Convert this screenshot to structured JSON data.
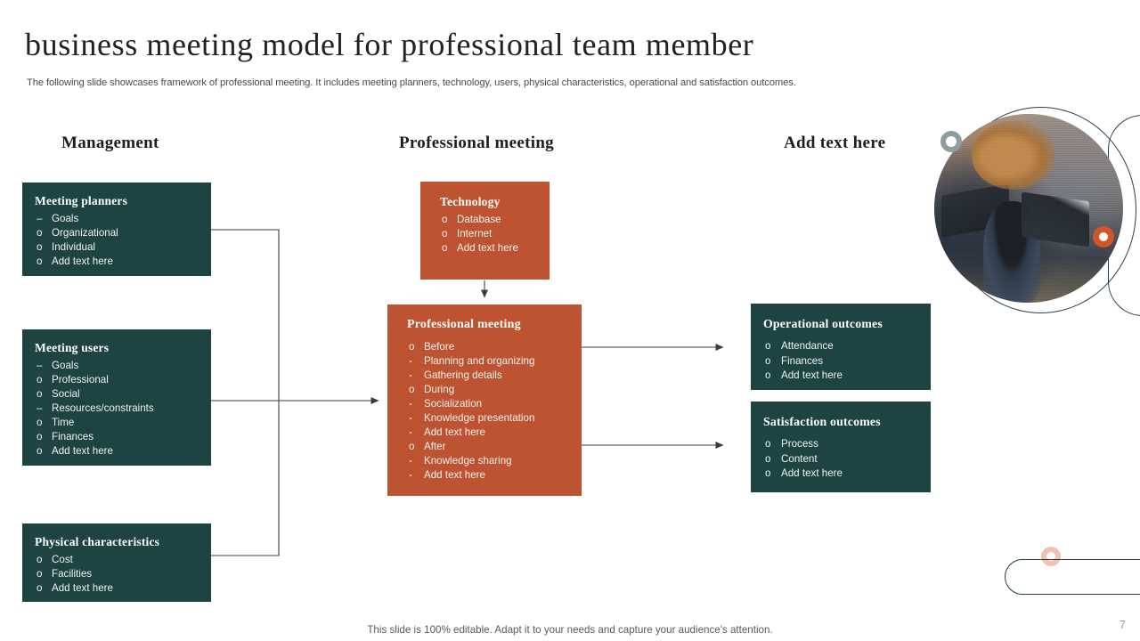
{
  "header": {
    "title": "business meeting model for professional team member",
    "subtitle": "The following slide showcases framework of professional meeting. It includes meeting planners, technology, users, physical characteristics, operational and satisfaction outcomes."
  },
  "columns": {
    "management": "Management",
    "professional_meeting": "Professional meeting",
    "add_text": "Add text here"
  },
  "colors": {
    "teal": "#1d4443",
    "orange": "#bd5330",
    "grey_ring": "#8e9ea0",
    "orange_ring": "#d4542a",
    "pink_ring": "#f0c2b2",
    "outline": "#2a3f4f",
    "connector": "#3c3c3c"
  },
  "cards": {
    "planners": {
      "title": "Meeting planners",
      "items": [
        {
          "marker": "–",
          "text": "Goals"
        },
        {
          "marker": "o",
          "text": "Organizational"
        },
        {
          "marker": "o",
          "text": "Individual"
        },
        {
          "marker": "o",
          "text": "Add text here"
        }
      ]
    },
    "users": {
      "title": "Meeting users",
      "items": [
        {
          "marker": "–",
          "text": "Goals"
        },
        {
          "marker": "o",
          "text": "Professional"
        },
        {
          "marker": "o",
          "text": "Social"
        },
        {
          "marker": "–",
          "text": "Resources/constraints"
        },
        {
          "marker": "o",
          "text": "Time"
        },
        {
          "marker": "o",
          "text": "Finances"
        },
        {
          "marker": "o",
          "text": "Add text here"
        }
      ]
    },
    "physical": {
      "title": "Physical characteristics",
      "items": [
        {
          "marker": "o",
          "text": "Cost"
        },
        {
          "marker": "o",
          "text": "Facilities"
        },
        {
          "marker": "o",
          "text": "Add text here"
        }
      ]
    },
    "technology": {
      "title": "Technology",
      "items": [
        {
          "marker": "o",
          "text": "Database"
        },
        {
          "marker": "o",
          "text": "Internet"
        },
        {
          "marker": "o",
          "text": "Add text here"
        }
      ]
    },
    "professional_meeting": {
      "title": "Professional meeting",
      "items": [
        {
          "marker": "o",
          "text": "Before"
        },
        {
          "marker": "-",
          "text": "Planning and organizing"
        },
        {
          "marker": "-",
          "text": "Gathering details"
        },
        {
          "marker": "o",
          "text": "During"
        },
        {
          "marker": "-",
          "text": "Socialization"
        },
        {
          "marker": "-",
          "text": "Knowledge presentation"
        },
        {
          "marker": "-",
          "text": "Add text here"
        },
        {
          "marker": "o",
          "text": "After"
        },
        {
          "marker": "-",
          "text": "Knowledge sharing"
        },
        {
          "marker": "-",
          "text": "Add text here"
        }
      ]
    },
    "operational": {
      "title": "Operational  outcomes",
      "items": [
        {
          "marker": "o",
          "text": "Attendance"
        },
        {
          "marker": "o",
          "text": "Finances"
        },
        {
          "marker": "o",
          "text": "Add text here"
        }
      ]
    },
    "satisfaction": {
      "title": "Satisfaction outcomes",
      "items": [
        {
          "marker": "o",
          "text": "Process"
        },
        {
          "marker": "o",
          "text": "Content"
        },
        {
          "marker": "o",
          "text": "Add text here"
        }
      ]
    }
  },
  "footer": {
    "note": "This slide is 100% editable. Adapt it to your needs and capture your audience's attention.",
    "page_number": "7"
  }
}
